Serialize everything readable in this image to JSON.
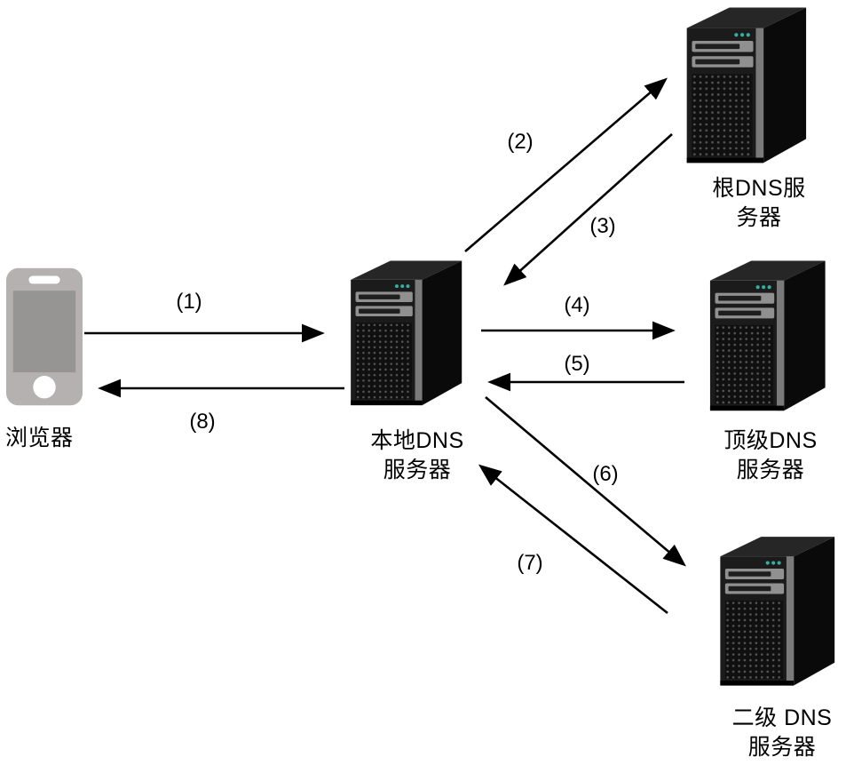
{
  "diagram": {
    "type": "flow-diagram",
    "topic": "DNS query resolution between a browser and DNS servers",
    "nodes": {
      "browser": {
        "icon": "smartphone-icon",
        "label": "浏览器"
      },
      "local_dns": {
        "icon": "server-tower-icon",
        "line1": "本地DNS",
        "line2": "服务器"
      },
      "root_dns": {
        "icon": "server-tower-icon",
        "line1": "根DNS服",
        "line2": "务器"
      },
      "tld_dns": {
        "icon": "server-tower-icon",
        "line1": "顶级DNS",
        "line2": "服务器"
      },
      "second_dns": {
        "icon": "server-tower-icon",
        "line1": "二级 DNS",
        "line2": "服务器"
      }
    },
    "steps": [
      {
        "label": "(1)",
        "from": "browser",
        "to": "local_dns"
      },
      {
        "label": "(2)",
        "from": "local_dns",
        "to": "root_dns"
      },
      {
        "label": "(3)",
        "from": "root_dns",
        "to": "local_dns"
      },
      {
        "label": "(4)",
        "from": "local_dns",
        "to": "tld_dns"
      },
      {
        "label": "(5)",
        "from": "tld_dns",
        "to": "local_dns"
      },
      {
        "label": "(6)",
        "from": "local_dns",
        "to": "second_dns"
      },
      {
        "label": "(7)",
        "from": "second_dns",
        "to": "local_dns"
      },
      {
        "label": "(8)",
        "from": "local_dns",
        "to": "browser"
      }
    ],
    "colors": {
      "arrow": "#000000",
      "text": "#000000",
      "server_front": "#1b1b1b",
      "server_side": "#0a0a0a",
      "server_led": "#35b0a0",
      "phone_body": "#b5b1b1",
      "phone_screen": "#979494",
      "background": "#ffffff"
    }
  }
}
